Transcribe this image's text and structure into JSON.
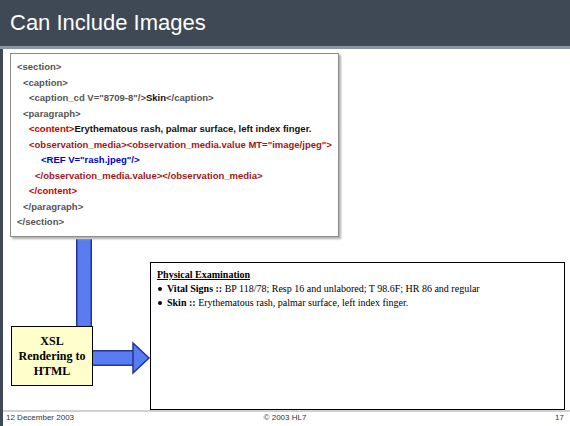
{
  "diagram": {
    "title": "Can Include Images",
    "nodes": [
      {
        "text": [
          "<section>",
          "<caption>",
          "<caption_cd V=\"8709-8\"/>Skin</caption>",
          "<paragraph>",
          "<content>Erythematous rash, palmar surface, left index finger.",
          "<observation_media><observation_media.value MT=\"image/jpeg\">",
          "<REF V=\"rash.jpeg\"/>",
          "</observation_media.value></observation_media>",
          "</content>",
          "</paragraph>",
          "</section>"
        ]
      },
      {
        "text": [
          "XSL Rendering to HTML"
        ]
      },
      {
        "text": [
          "Physical Examination",
          "Vital Signs :: BP 118/78; Resp 16 and unlabored; T 98.6F; HR 86 and regular",
          "Skin :: Erythematous rash, palmar surface, left index finger."
        ]
      }
    ],
    "edges": [
      {
        "from": 0,
        "to": 2,
        "arrow": "to"
      }
    ],
    "labels": [
      "12 December 2003",
      "© 2003 HL7",
      "17"
    ]
  }
}
